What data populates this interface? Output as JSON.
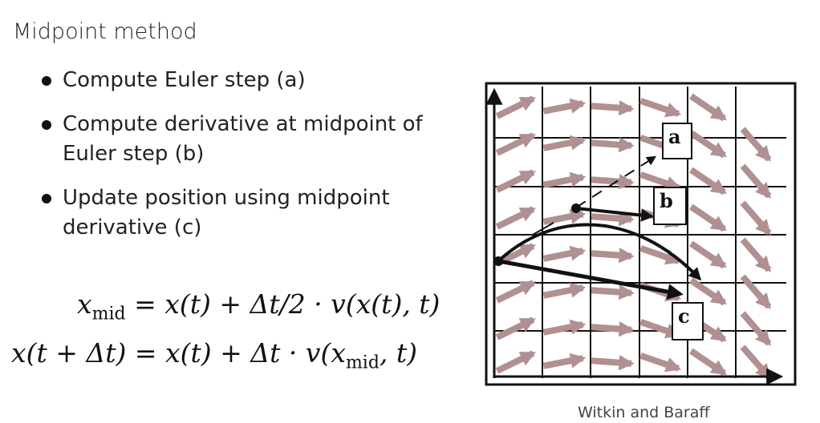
{
  "slide": {
    "title": "Midpoint method",
    "bullets": [
      "Compute Euler step (a)",
      "Compute derivative at midpoint of Euler step (b)",
      "Update position using midpoint derivative (c)"
    ],
    "eq1": {
      "lhs": "x",
      "lhs_sub": "mid",
      "rhs": "= x(t) + Δt/2 · v(x(t), t)"
    },
    "eq2": {
      "lhs": "x(t + Δt)",
      "rhs_a": "= x(t) + Δt · v(x",
      "rhs_sub": "mid",
      "rhs_b": ", t)"
    },
    "credit": "Witkin and Baraff"
  },
  "figure": {
    "labels": {
      "a": "a",
      "b": "b",
      "c": "c"
    },
    "colors": {
      "field_arrow": "#b09090",
      "ink": "#111111",
      "grid": "#111111"
    }
  }
}
